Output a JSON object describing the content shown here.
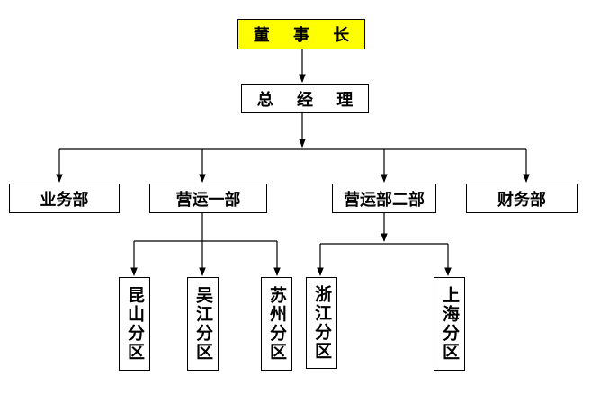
{
  "org": {
    "chairman": "董 事 长",
    "gm": "总 经 理",
    "departments": {
      "business": "业务部",
      "ops1": "营运一部",
      "ops2": "营运部二部",
      "finance": "财务部"
    },
    "districts": {
      "kunshan": "昆山分区",
      "wujiang": "吴江分区",
      "suzhou": "苏州分区",
      "zhejiang": "浙江分区",
      "shanghai": "上海分区"
    }
  },
  "colors": {
    "chairman_fill": "#ffff00",
    "line": "#000000"
  }
}
